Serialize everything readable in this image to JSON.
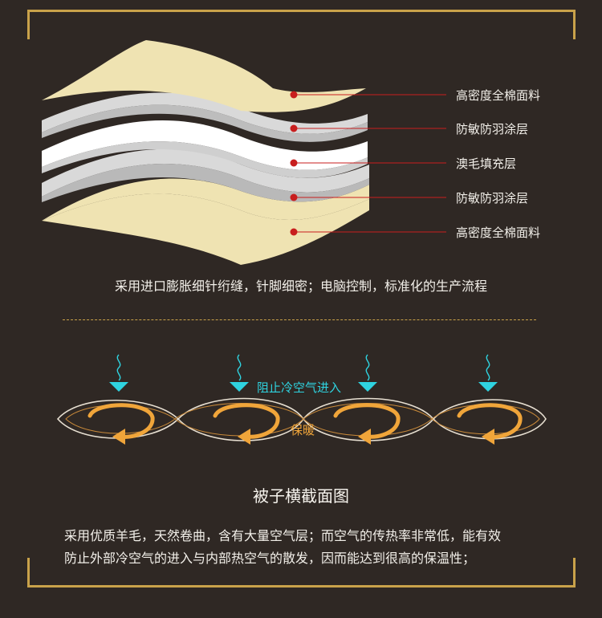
{
  "layers": [
    {
      "label": "高密度全棉面料",
      "color": "#efe3b2"
    },
    {
      "label": "防敏防羽涂层",
      "color": "#d9d9d9"
    },
    {
      "label": "澳毛填充层",
      "color": "#ffffff"
    },
    {
      "label": "防敏防羽涂层",
      "color": "#d9d9d9"
    },
    {
      "label": "高密度全棉面料",
      "color": "#efe3b2"
    }
  ],
  "caption": "采用进口膨胀细针绗缝，针脚细密；电脑控制，标准化的生产流程",
  "cross_section": {
    "block_cold_label": "阻止冷空气进入",
    "warm_label": "保暖",
    "title": "被子横截面图",
    "accent_cyan": "#2fd3e0",
    "accent_orange": "#f0a53a"
  },
  "description": [
    "采用优质羊毛，天然卷曲，含有大量空气层；而空气的传热率非常低，能有效",
    "防止外部冷空气的进入与内部热空气的散发，因而能达到很高的保温性；"
  ],
  "colors": {
    "background": "#2f2824",
    "frame_gold": "#c9a24a",
    "leader_red": "#c81e1e"
  }
}
